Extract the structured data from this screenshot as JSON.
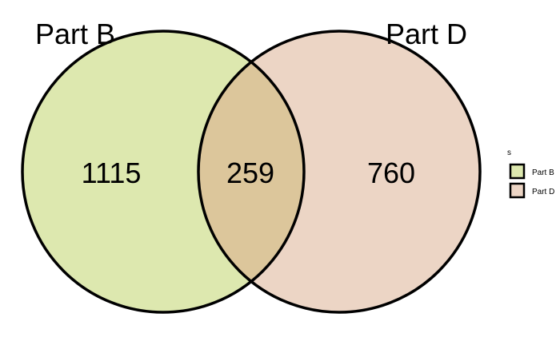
{
  "diagram": {
    "type": "venn",
    "sets": [
      {
        "key": "a",
        "name": "Part B",
        "fill": "#dde8af",
        "only_count": "1115"
      },
      {
        "key": "b",
        "name": "Part D",
        "fill": "#ecd5c5",
        "only_count": "760"
      }
    ],
    "intersection": {
      "count": "259",
      "fill": "#dcc69b"
    },
    "outline_color": "#000000",
    "legend": {
      "title": "s",
      "items": [
        {
          "label": "Part B",
          "fill": "#dde8af"
        },
        {
          "label": "Part D",
          "fill": "#ecd5c5"
        }
      ]
    }
  }
}
